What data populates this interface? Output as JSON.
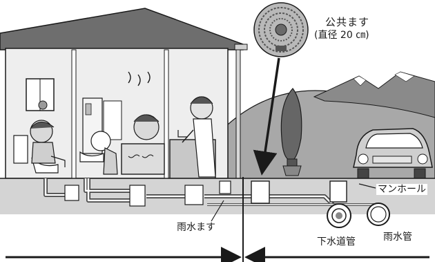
{
  "labels": {
    "public_masu_title": "公共ます",
    "public_masu_size": "(直径 20 ㎝)",
    "manhole": "マンホール",
    "rain_inlet": "雨水ます",
    "sewer_pipe": "下水道管",
    "storm_pipe": "雨水管"
  },
  "colors": {
    "background": "#ffffff",
    "wall_shadow": "#e6e6e6",
    "ground": "#cfcfcf",
    "hill": "#9a9a9a",
    "mountain": "#808080",
    "pipe": "#555555",
    "line": "#1a1a1a"
  },
  "icons": {
    "public_masu": "manhole-cover-icon",
    "car": "car-icon",
    "tree": "tree-icon"
  }
}
